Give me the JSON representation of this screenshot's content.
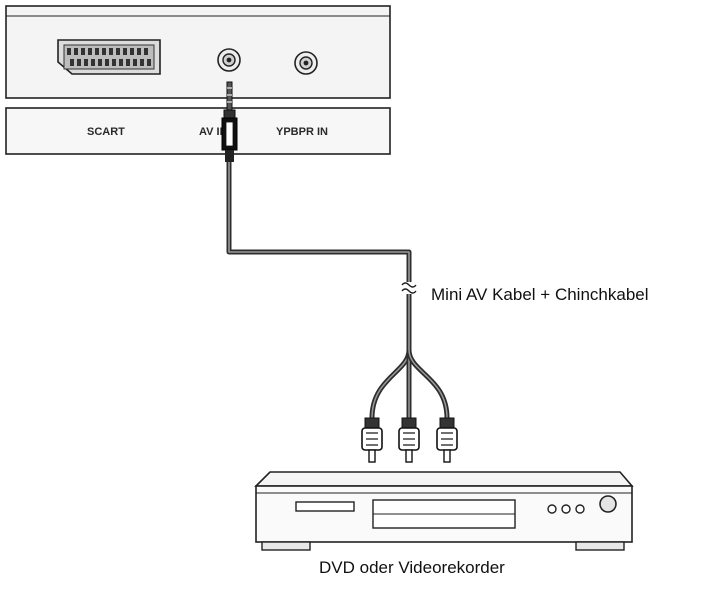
{
  "labels": {
    "scart": "SCART",
    "av_in": "AV IN",
    "ypbpr_in": "YPBPR IN",
    "cable": "Mini AV Kabel + Chinchkabel",
    "device": "DVD oder Videorekorder"
  },
  "icons": {
    "cable_break": "wavy-break-icon"
  },
  "colors": {
    "stroke": "#222222",
    "panel_fill": "#f2f2f2",
    "cable": "#3a3a3a"
  }
}
